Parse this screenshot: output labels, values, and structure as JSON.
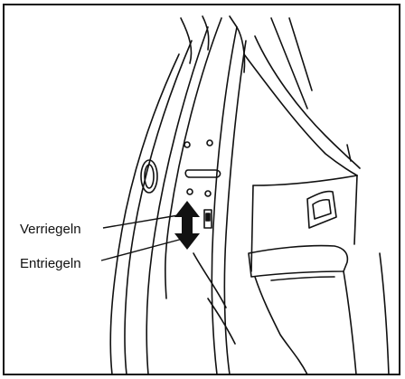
{
  "labels": {
    "lock": "Verriegeln",
    "unlock": "Entriegeln"
  },
  "colors": {
    "ink": "#111111",
    "paper": "#ffffff"
  },
  "icons": {
    "arrow": "double-headed-arrow-up-down"
  }
}
